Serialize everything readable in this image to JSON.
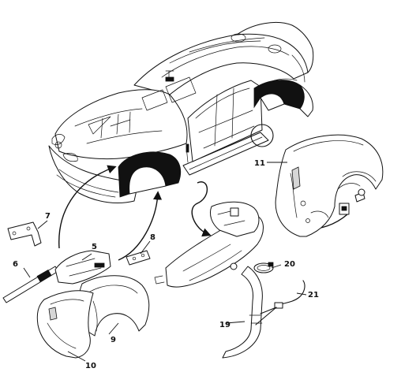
{
  "callouts": {
    "c5": "5",
    "c6": "6",
    "c7": "7",
    "c8": "8",
    "c9": "9",
    "c10": "10",
    "c11": "11",
    "c19": "19",
    "c20": "20",
    "c21": "21"
  }
}
